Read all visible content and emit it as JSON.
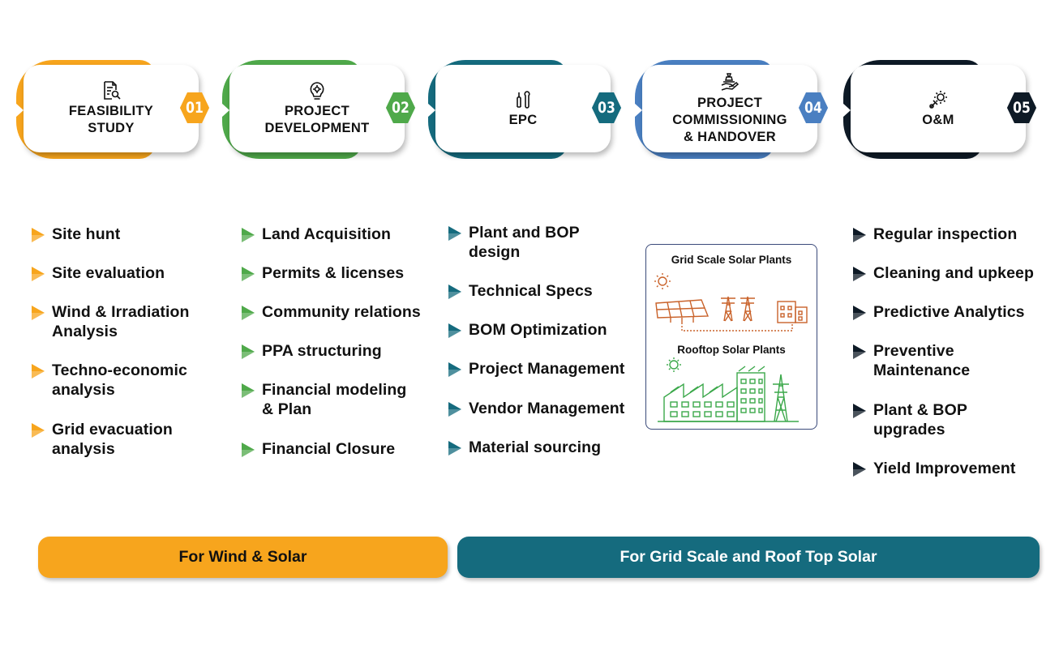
{
  "colors": {
    "orange": "#F7A51D",
    "green": "#4FA94A",
    "teal": "#156B7E",
    "blue": "#4A7FC1",
    "navy": "#0E1A26"
  },
  "stages": [
    {
      "title": "FEASIBILITY\nSTUDY",
      "number": "01",
      "color": "#F7A51D",
      "icon": "report-search-icon"
    },
    {
      "title": "PROJECT\nDEVELOPMENT",
      "number": "02",
      "color": "#4FA94A",
      "icon": "lightbulb-gear-icon"
    },
    {
      "title": "EPC",
      "number": "03",
      "color": "#156B7E",
      "icon": "tools-icon"
    },
    {
      "title": "PROJECT\nCOMMISSIONING\n& HANDOVER",
      "number": "04",
      "color": "#4A7FC1",
      "icon": "handover-icon"
    },
    {
      "title": "O&M",
      "number": "05",
      "color": "#0E1A26",
      "icon": "maintenance-gear-icon"
    }
  ],
  "lists": {
    "feasibility": [
      "Site hunt",
      "Site evaluation",
      "Wind & Irradiation\nAnalysis",
      "Techno-economic\nanalysis",
      "Grid evacuation\nanalysis"
    ],
    "development": [
      "Land Acquisition",
      "Permits & licenses",
      "Community relations",
      "PPA structuring",
      "Financial modeling\n& Plan",
      "Financial Closure"
    ],
    "epc": [
      "Plant and BOP\ndesign",
      "Technical Specs",
      "BOM Optimization",
      "Project Management",
      "Vendor Management",
      "Material sourcing"
    ],
    "om": [
      "Regular inspection",
      "Cleaning and upkeep",
      "Predictive Analytics",
      "Preventive\nMaintenance",
      "Plant & BOP\nupgrades",
      "Yield Improvement"
    ]
  },
  "plants": {
    "grid_title": "Grid Scale Solar Plants",
    "rooftop_title": "Rooftop Solar Plants"
  },
  "bands": {
    "left": "For Wind & Solar",
    "right": "For Grid Scale and Roof Top Solar"
  }
}
